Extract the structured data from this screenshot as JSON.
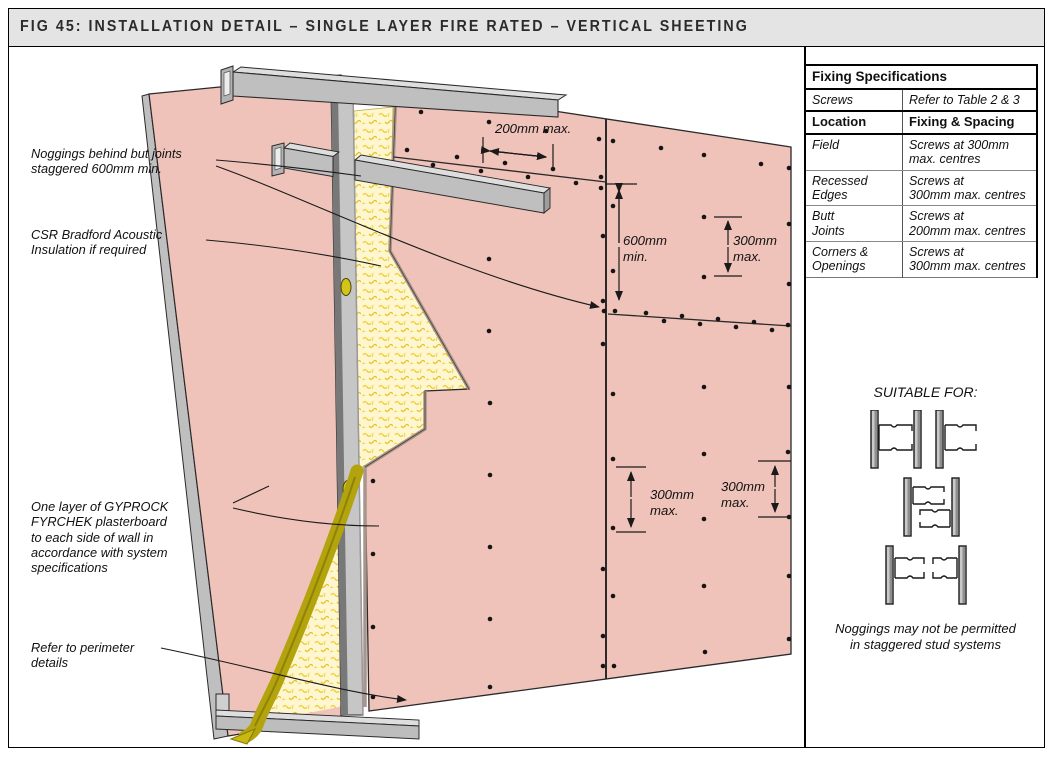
{
  "title": "FIG 45: INSTALLATION DETAIL – SINGLE LAYER FIRE RATED – VERTICAL SHEETING",
  "annotations": {
    "noggings": "Noggings behind but joints\nstaggered 600mm min.",
    "insulation": "CSR Bradford Acoustic\nInsulation if required",
    "plasterboard": "One layer of GYPROCK\nFYRCHEK plasterboard\nto each side of wall in\naccordance with system\nspecifications",
    "perimeter": "Refer to perimeter\ndetails"
  },
  "dimensions": {
    "spacing_200": "200mm max.",
    "stagger_600": "600mm\nmin.",
    "spacing_300": "300mm\nmax."
  },
  "fixing_table": {
    "title": "Fixing Specifications",
    "screws_row": {
      "label": "Screws",
      "value": "Refer to Table 2 & 3"
    },
    "header_row": {
      "label": "Location",
      "value": "Fixing & Spacing"
    },
    "rows": [
      {
        "location": "Field",
        "fixing": "Screws at 300mm\nmax. centres"
      },
      {
        "location": "Recessed\nEdges",
        "fixing": "Screws at\n300mm max. centres"
      },
      {
        "location": "Butt\nJoints",
        "fixing": "Screws at\n200mm max. centres"
      },
      {
        "location": "Corners &\nOpenings",
        "fixing": "Screws at\n300mm max. centres"
      }
    ]
  },
  "suitable_for": {
    "heading": "SUITABLE FOR:",
    "note": "Noggings may not be permitted\nin staggered stud systems"
  },
  "colors": {
    "plasterboard_pink": "#f0c3ba",
    "insulation_yellow": "#fdf6cf",
    "insulation_edge": "#b3a30d",
    "steel_gray": "#c6c6c6",
    "titlebar_gray": "#e4e4e4",
    "line_black": "#1a1a1a"
  }
}
